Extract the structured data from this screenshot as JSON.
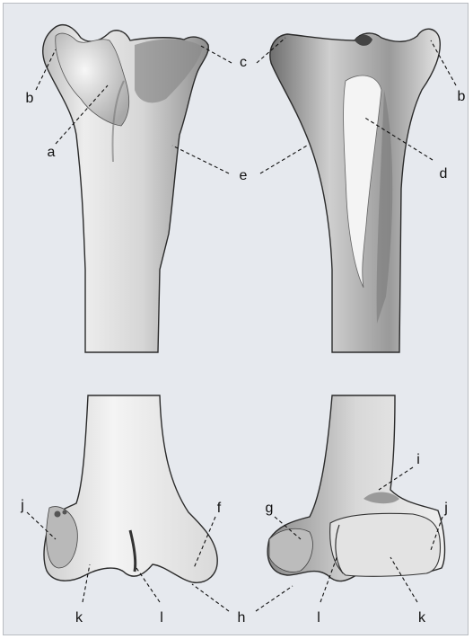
{
  "figure": {
    "background": "#e6e9ee",
    "bone_light": "#f2f2f2",
    "bone_dark": "#6f6f6f",
    "outline": "#2b2b2b",
    "leader_color": "#111111"
  },
  "labels": {
    "a": "a",
    "b_left": "b",
    "b_right": "b",
    "c": "c",
    "d": "d",
    "e": "e",
    "f": "f",
    "g": "g",
    "h": "h",
    "i": "i",
    "j_left": "j",
    "j_right": "j",
    "k_left": "k",
    "k_right": "k",
    "l_left": "l",
    "l_right": "l"
  }
}
